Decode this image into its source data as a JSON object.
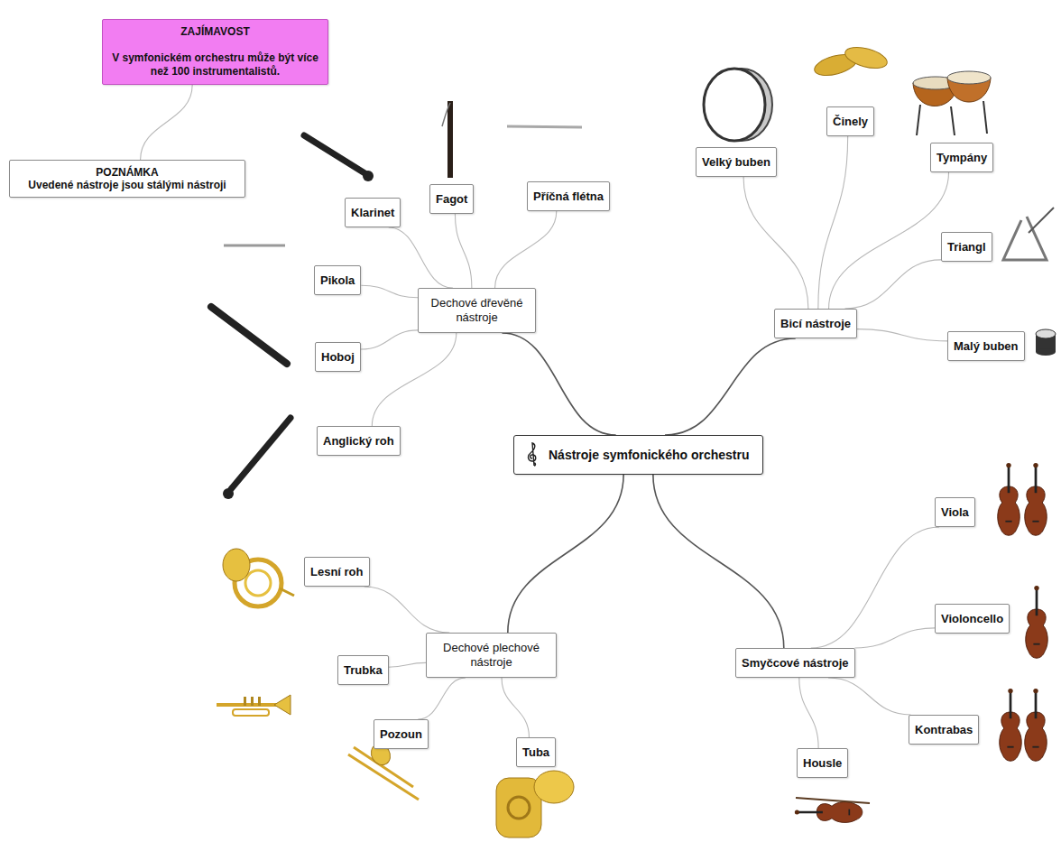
{
  "diagram": {
    "nodes": [
      {
        "text": [
          "ZAJÍMAVOST",
          "V symfonickém orchestru může být více než 100 instrumentalistů."
        ]
      },
      {
        "text": [
          "POZNÁMKA",
          "Uvedené nástroje jsou stálými nástroji"
        ]
      },
      {
        "text": [
          "Nástroje symfonického orchestru"
        ]
      },
      {
        "text": [
          "Dechové dřevěné nástroje"
        ]
      },
      {
        "text": [
          "Klarinet"
        ]
      },
      {
        "text": [
          "Fagot"
        ]
      },
      {
        "text": [
          "Příčná flétna"
        ]
      },
      {
        "text": [
          "Pikola"
        ]
      },
      {
        "text": [
          "Hoboj"
        ]
      },
      {
        "text": [
          "Anglický roh"
        ]
      },
      {
        "text": [
          "Bicí nástroje"
        ]
      },
      {
        "text": [
          "Velký buben"
        ]
      },
      {
        "text": [
          "Činely"
        ]
      },
      {
        "text": [
          "Tympány"
        ]
      },
      {
        "text": [
          "Triangl"
        ]
      },
      {
        "text": [
          "Malý buben"
        ]
      },
      {
        "text": [
          "Dechové plechové nástroje"
        ]
      },
      {
        "text": [
          "Lesní roh"
        ]
      },
      {
        "text": [
          "Trubka"
        ]
      },
      {
        "text": [
          "Pozoun"
        ]
      },
      {
        "text": [
          "Tuba"
        ]
      },
      {
        "text": [
          "Smyčcové nástroje"
        ]
      },
      {
        "text": [
          "Viola"
        ]
      },
      {
        "text": [
          "Violoncello"
        ]
      },
      {
        "text": [
          "Kontrabas"
        ]
      },
      {
        "text": [
          "Housle"
        ]
      }
    ],
    "edges": [
      {
        "from": 0,
        "to": 1,
        "arrow": "none"
      },
      {
        "from": 2,
        "to": 3,
        "arrow": "none"
      },
      {
        "from": 2,
        "to": 10,
        "arrow": "none"
      },
      {
        "from": 2,
        "to": 16,
        "arrow": "none"
      },
      {
        "from": 2,
        "to": 21,
        "arrow": "none"
      },
      {
        "from": 3,
        "to": 4,
        "arrow": "none"
      },
      {
        "from": 3,
        "to": 5,
        "arrow": "none"
      },
      {
        "from": 3,
        "to": 6,
        "arrow": "none"
      },
      {
        "from": 3,
        "to": 7,
        "arrow": "none"
      },
      {
        "from": 3,
        "to": 8,
        "arrow": "none"
      },
      {
        "from": 3,
        "to": 9,
        "arrow": "none"
      },
      {
        "from": 10,
        "to": 11,
        "arrow": "none"
      },
      {
        "from": 10,
        "to": 12,
        "arrow": "none"
      },
      {
        "from": 10,
        "to": 13,
        "arrow": "none"
      },
      {
        "from": 10,
        "to": 14,
        "arrow": "none"
      },
      {
        "from": 10,
        "to": 15,
        "arrow": "none"
      },
      {
        "from": 16,
        "to": 17,
        "arrow": "none"
      },
      {
        "from": 16,
        "to": 18,
        "arrow": "none"
      },
      {
        "from": 16,
        "to": 19,
        "arrow": "none"
      },
      {
        "from": 16,
        "to": 20,
        "arrow": "none"
      },
      {
        "from": 21,
        "to": 22,
        "arrow": "none"
      },
      {
        "from": 21,
        "to": 23,
        "arrow": "none"
      },
      {
        "from": 21,
        "to": 24,
        "arrow": "none"
      },
      {
        "from": 21,
        "to": 25,
        "arrow": "none"
      }
    ]
  }
}
